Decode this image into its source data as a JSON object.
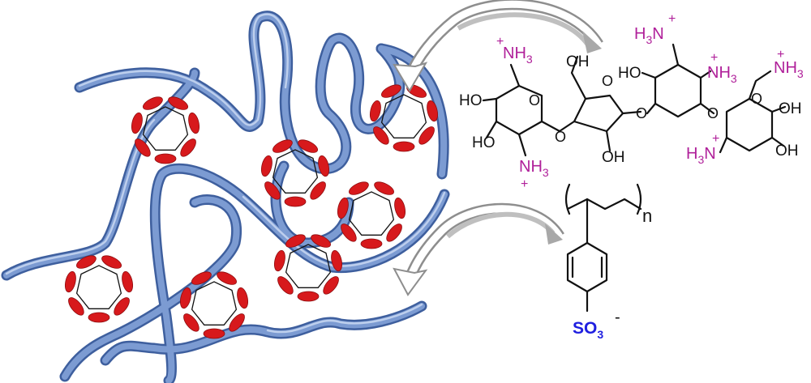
{
  "diagram": {
    "colors": {
      "polymer_chain": "#6f8fc8",
      "polymer_chain_outline": "#3e5f9e",
      "crown_segments": "#d7191c",
      "ammonium_labels": "#b0209a",
      "sulfonate_label": "#1f1fe0",
      "arrows": "#9a9a9a",
      "bonds": "#111111"
    },
    "aminoglycoside": {
      "labels": {
        "nh3_top_left": "NH3",
        "nh3_bottom_left": "NH3",
        "h3n_top": "H3N",
        "nh3_mid_right": "NH3",
        "nh3_far_right": "NH3",
        "h3n_bottom_right": "H3N",
        "oh_left_top": "HO",
        "oh_left_bottom": "HO",
        "oh_sugar_top": "OH",
        "oh_sugar_bottom": "OH",
        "ho_cyclohexane": "HO",
        "oh_right_a": "OH",
        "oh_right_b": "OH",
        "ring_o1": "O",
        "link_o1": "O",
        "ring_o2": "O",
        "link_o2": "O",
        "link_o3": "O",
        "ring_o3": "O",
        "plus": "+"
      }
    },
    "polystyrene_sulfonate": {
      "repeat_subscript": "n",
      "sulfonate_group": "SO3",
      "charge": "-"
    }
  }
}
